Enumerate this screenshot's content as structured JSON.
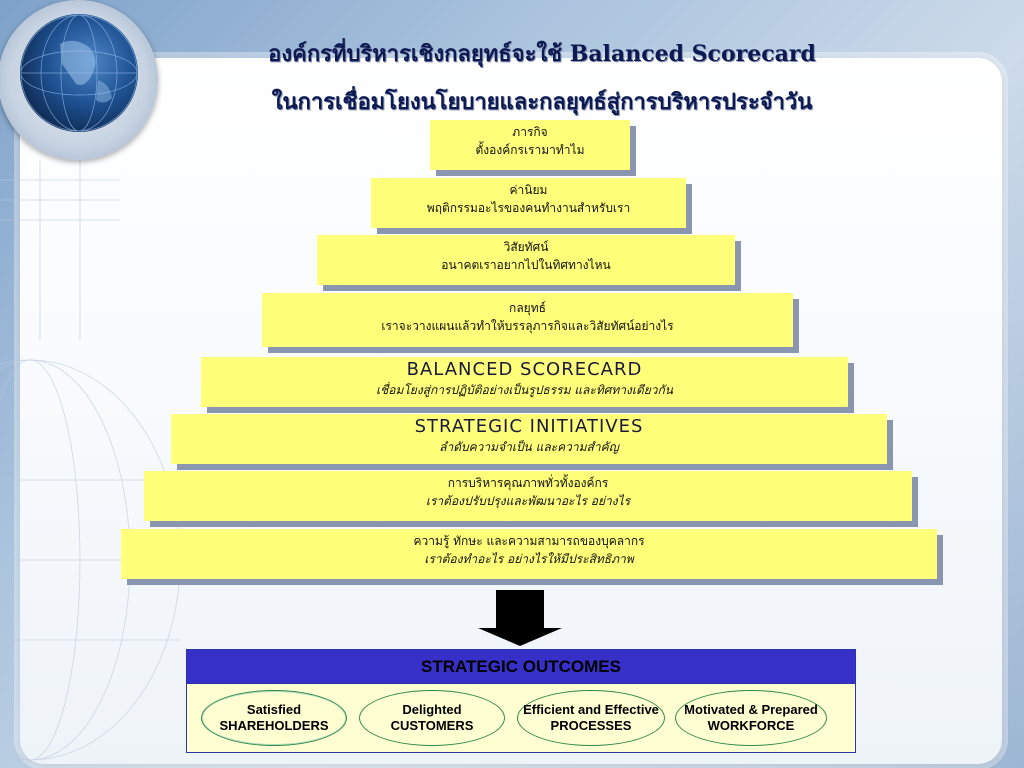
{
  "title": {
    "line1": "องค์กรที่บริหารเชิงกลยุทธ์จะใช้ Balanced Scorecard",
    "line2": "ในการเชื่อมโยงนโยบายและกลยุทธ์สู่การบริหารประจำวัน"
  },
  "pyramid": [
    {
      "line1": "ภารกิจ",
      "line2": "ตั้งองค์กรเรามาทำไม"
    },
    {
      "line1": "ค่านิยม",
      "line2": "พฤติกรรมอะไรของคนทำงานสำหรับเรา"
    },
    {
      "line1": "วิสัยทัศน์",
      "line2": "อนาคตเราอยากไปในทิศทางไหน"
    },
    {
      "line1": "กลยุทธ์",
      "line2": "เราจะวางแผนแล้วทำให้บรรลุภารกิจและวิสัยทัศน์อย่างไร"
    },
    {
      "line1": "BALANCED SCORECARD",
      "line2": "เชื่อมโยงสู่การปฏิบัติอย่างเป็นรูปธรรม และทิศทางเดียวกัน"
    },
    {
      "line1": "STRATEGIC INITIATIVES",
      "line2": "ลำดับความจำเป็น และความสำคัญ"
    },
    {
      "line1": "การบริหารคุณภาพทั่วทั้งองค์กร",
      "line2": "เราต้องปรับปรุงและพัฒนาอะไร อย่างไร"
    },
    {
      "line1": "ความรู้ ทักษะ และความสามารถของบุคลากร",
      "line2": "เราต้องทำอะไร อย่างไรให้มีประสิทธิภาพ"
    }
  ],
  "outcomes": {
    "header": "STRATEGIC OUTCOMES",
    "items": [
      {
        "line1": "Satisfied",
        "line2": "SHAREHOLDERS"
      },
      {
        "line1": "Delighted",
        "line2": "CUSTOMERS"
      },
      {
        "line1": "Efficient and Effective",
        "line2": "PROCESSES"
      },
      {
        "line1": "Motivated & Prepared",
        "line2": "WORKFORCE"
      }
    ]
  },
  "icons": {
    "globe": "globe-icon",
    "arrow": "down-arrow-icon"
  },
  "colors": {
    "tier_fill": "#ffff7a",
    "tier_shadow": "#8a96b0",
    "title": "#0d1a52",
    "outcomes_header": "#3730c8",
    "outcomes_fill": "#ffffd2",
    "ellipse_border": "#2e8a4a"
  }
}
